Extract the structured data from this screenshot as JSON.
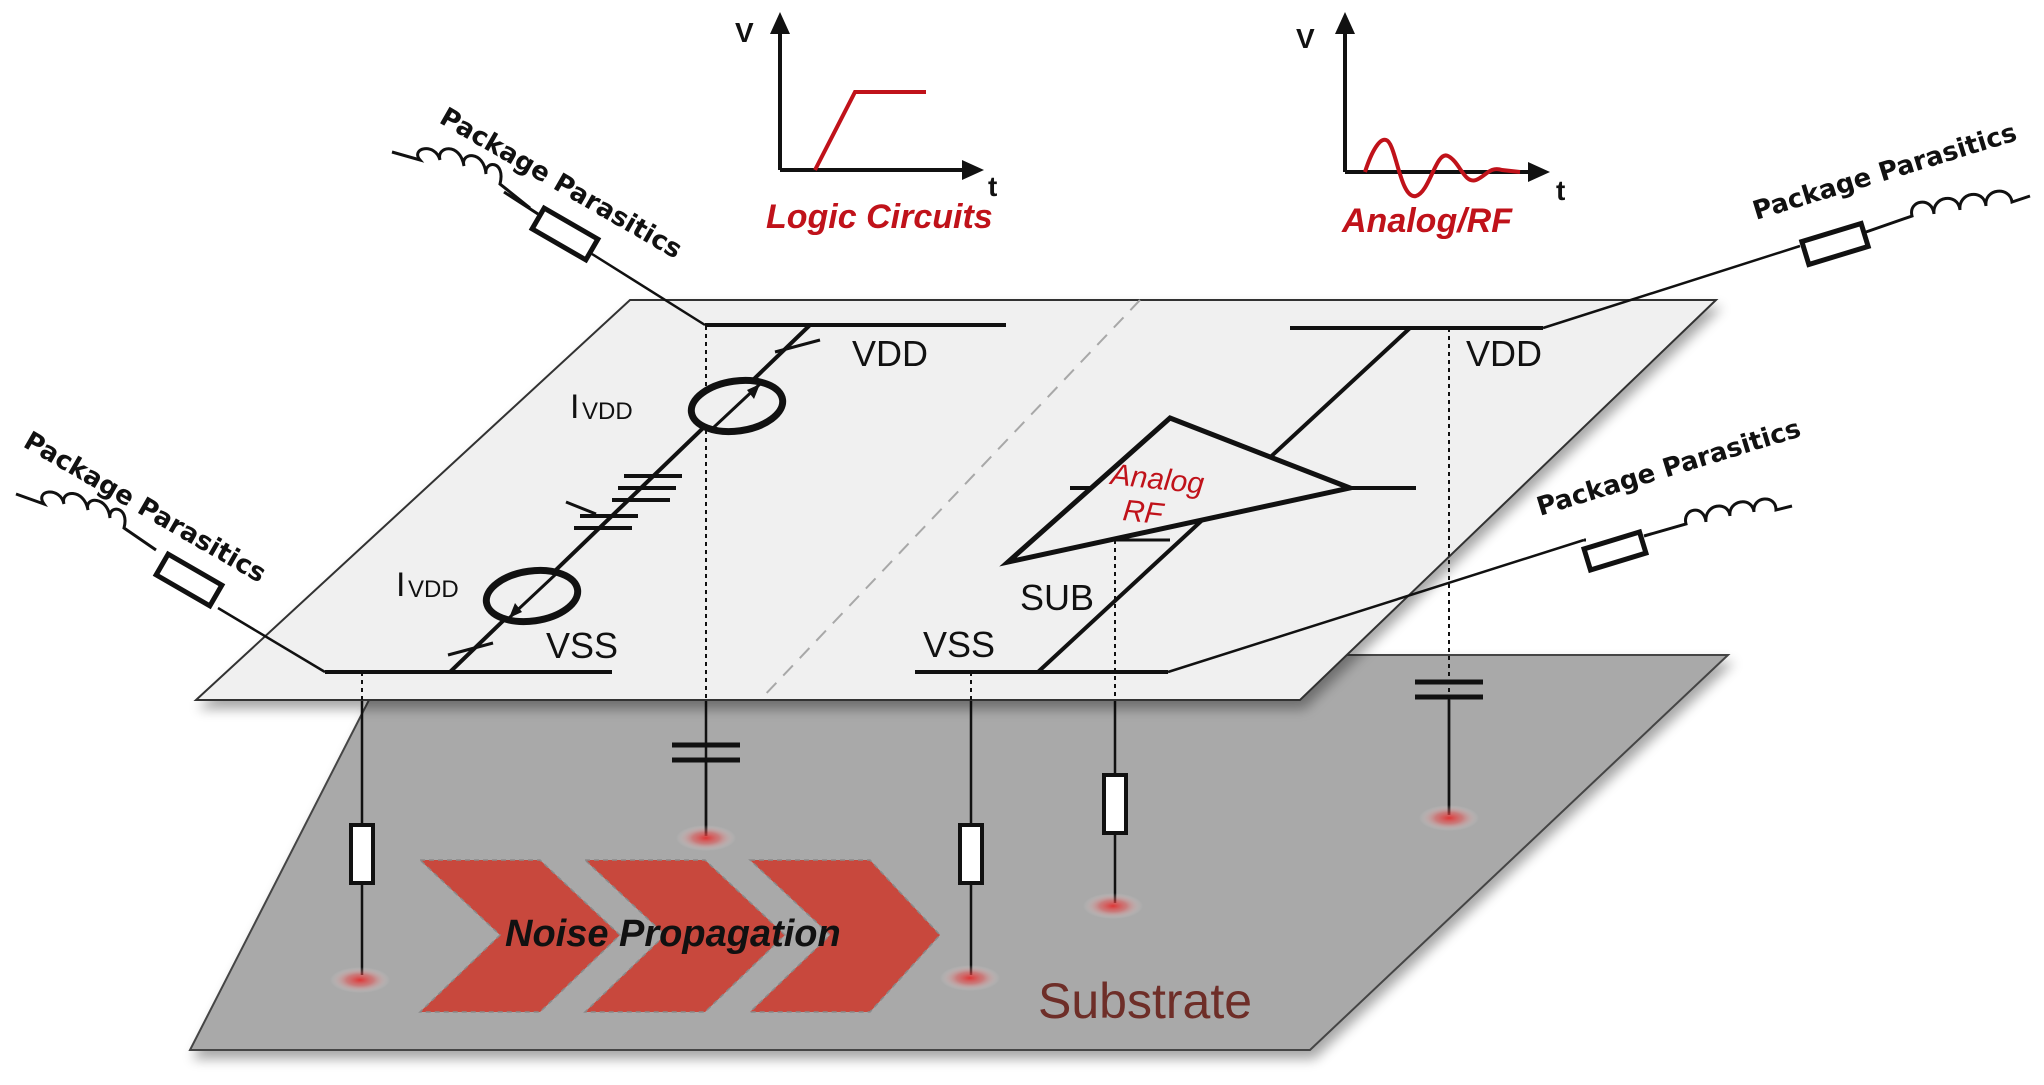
{
  "labels": {
    "package_parasitics_left_top": "Package Parasitics",
    "package_parasitics_left_mid": "Package Parasitics",
    "package_parasitics_right_top": "Package Parasitics",
    "package_parasitics_right_mid": "Package Parasitics",
    "vdd_left": "VDD",
    "vdd_right": "VDD",
    "vss_left": "VSS",
    "vss_right": "VSS",
    "ivdd_prefix": "I",
    "ivdd_subscript": "VDD",
    "sub": "SUB",
    "analog_rf_line1": "Analog",
    "analog_rf_line2": "RF",
    "noise_propagation": "Noise Propagation",
    "substrate": "Substrate"
  },
  "graphs": {
    "logic": {
      "y_axis": "V",
      "x_axis": "t",
      "caption": "Logic  Circuits"
    },
    "analog": {
      "y_axis": "V",
      "x_axis": "t",
      "caption": "Analog/RF"
    }
  },
  "colors": {
    "accent_red": "#c0121a",
    "chevron_red": "#c8483d",
    "top_plane": "#f0f0f0",
    "substrate_plane": "#a9a9a9",
    "substrate_text": "#6e2e28"
  }
}
